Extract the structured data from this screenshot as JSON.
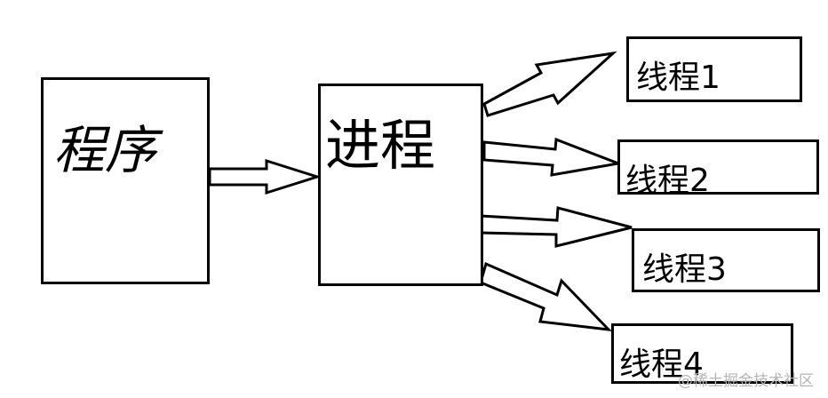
{
  "nodes": {
    "program": "程序",
    "process": "进程",
    "threads": [
      "线程1",
      "线程2",
      "线程3",
      "线程4"
    ]
  },
  "watermark": "@稀土掘金技术社区",
  "colors": {
    "stroke": "#000000",
    "fill": "#ffffff",
    "watermark": "#b5b5b5"
  }
}
